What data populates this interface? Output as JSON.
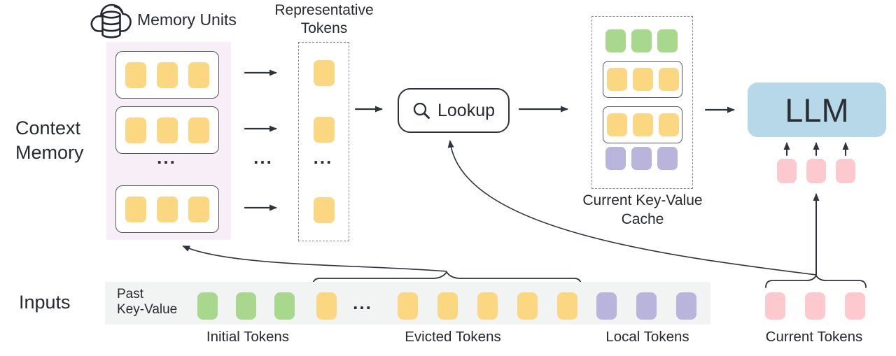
{
  "ellipsis": "...",
  "colors": {
    "yellow": "#FBD782",
    "green": "#A8D88D",
    "purple": "#B9B4DC",
    "pink": "#FBC9CE",
    "blue": "#B7D8E9",
    "memory_bg": "#F8EEF7",
    "strip_bg": "#F2F4F4",
    "line": "#2F333B",
    "text": "#26292E"
  },
  "context_memory": {
    "label_line1": "Context",
    "label_line2": "Memory",
    "memory_units_label": "Memory Units",
    "cloud_icon": "cloud-database-icon",
    "unit_token_group": {
      "count": 3,
      "color": "yellow"
    }
  },
  "representative": {
    "label_line1": "Representative",
    "label_line2": "Tokens",
    "single_token": {
      "count": 1,
      "color": "yellow"
    }
  },
  "lookup": {
    "label": "Lookup",
    "icon": "magnifier-icon"
  },
  "cache": {
    "label_line1": "Current Key-Value",
    "label_line2": "Cache",
    "green_row": {
      "count": 3,
      "color": "green"
    },
    "yellow_row": {
      "count": 3,
      "color": "yellow"
    },
    "purple_row": {
      "count": 3,
      "color": "purple"
    }
  },
  "llm": {
    "label": "LLM",
    "input_token_group": {
      "count": 3,
      "color": "pink"
    }
  },
  "inputs": {
    "section_label": "Inputs",
    "past_kv_line1": "Past",
    "past_kv_line2": "Key-Value",
    "groups": {
      "initial": {
        "count": 3,
        "color": "green",
        "label": "Initial Tokens"
      },
      "evicted_head": {
        "count": 1,
        "color": "yellow"
      },
      "evicted_tail": {
        "count": 5,
        "color": "yellow"
      },
      "evicted": {
        "label": "Evicted Tokens"
      },
      "local": {
        "count": 3,
        "color": "purple",
        "label": "Local Tokens"
      },
      "current": {
        "count": 3,
        "color": "pink",
        "label": "Current Tokens"
      }
    }
  }
}
